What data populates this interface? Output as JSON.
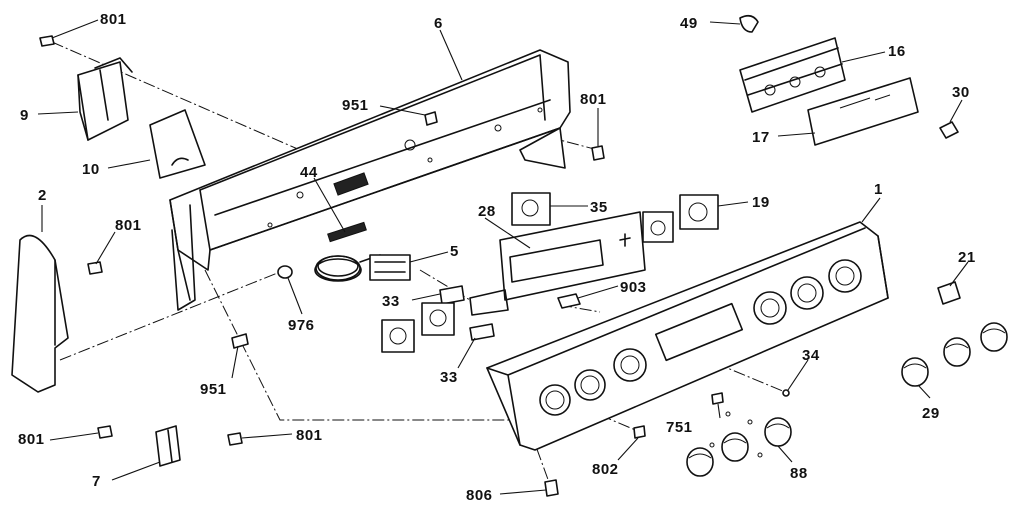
{
  "callouts": {
    "p801_top": "801",
    "p9": "9",
    "p10": "10",
    "p6": "6",
    "p951_top": "951",
    "p801_mid": "801",
    "p49": "49",
    "p16": "16",
    "p17": "17",
    "p30": "30",
    "p44": "44",
    "p35": "35",
    "p19": "19",
    "p1": "1",
    "p2": "2",
    "p801_left": "801",
    "p28": "28",
    "p5": "5",
    "p21": "21",
    "p33_a": "33",
    "p903": "903",
    "p976": "976",
    "p33_b": "33",
    "p34": "34",
    "p951_bottom": "951",
    "p29": "29",
    "p751": "751",
    "p801_bl": "801",
    "p801_br": "801",
    "p7": "7",
    "p802": "802",
    "p88": "88",
    "p806": "806"
  }
}
